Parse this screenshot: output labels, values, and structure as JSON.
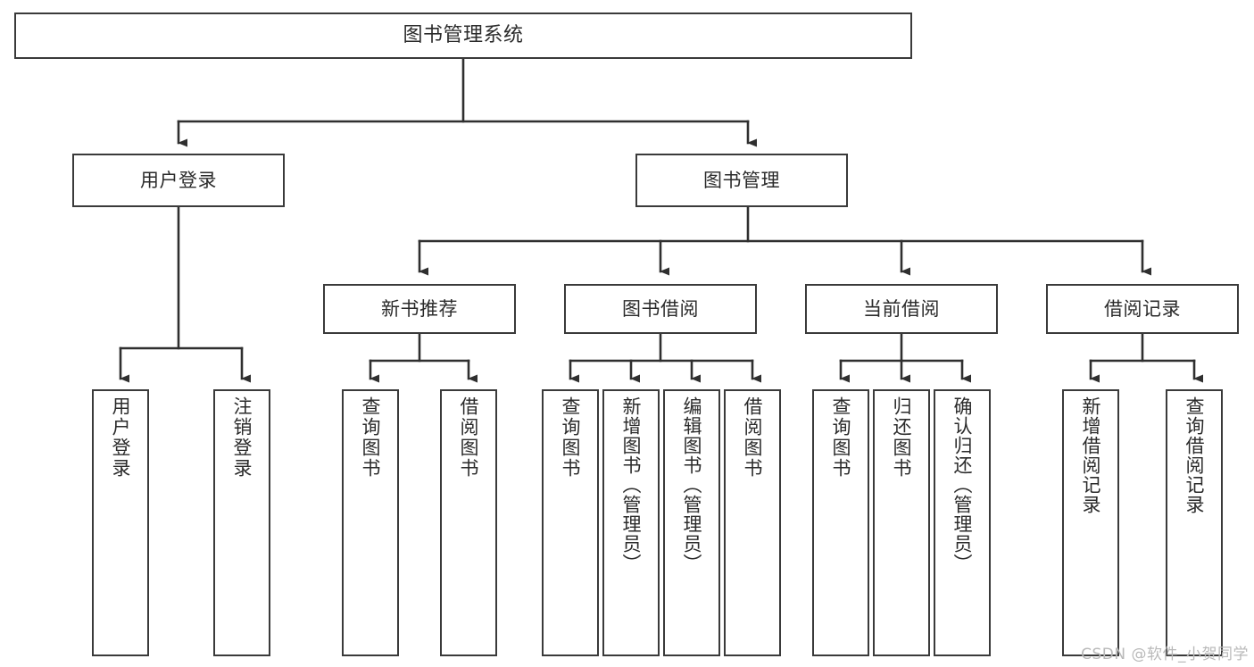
{
  "diagram": {
    "title": "图书管理系统",
    "type": "tree",
    "watermark": "CSDN @软件_小贺同学",
    "line_color": "#3a3a3a",
    "text_color": "#2b2b2b",
    "background": "#ffffff",
    "nodes": {
      "root": {
        "label": "图书管理系统"
      },
      "level1": [
        {
          "id": "user-login",
          "label": "用户登录"
        },
        {
          "id": "book-manage",
          "label": "图书管理"
        }
      ],
      "level2": [
        {
          "id": "new-book-recommend",
          "label": "新书推荐",
          "parent": "book-manage"
        },
        {
          "id": "book-borrow",
          "label": "图书借阅",
          "parent": "book-manage"
        },
        {
          "id": "current-borrow",
          "label": "当前借阅",
          "parent": "book-manage"
        },
        {
          "id": "borrow-record",
          "label": "借阅记录",
          "parent": "book-manage"
        }
      ],
      "leaves": {
        "user-login": [
          {
            "id": "leaf-user-login",
            "label": "用户登录"
          },
          {
            "id": "leaf-logout",
            "label": "注销登录"
          }
        ],
        "new-book-recommend": [
          {
            "id": "leaf-query-book-1",
            "label": "查询图书"
          },
          {
            "id": "leaf-borrow-book-1",
            "label": "借阅图书"
          }
        ],
        "book-borrow": [
          {
            "id": "leaf-query-book-2",
            "label": "查询图书"
          },
          {
            "id": "leaf-add-book",
            "label": "新增图书（管理员）"
          },
          {
            "id": "leaf-edit-book",
            "label": "编辑图书（管理员）"
          },
          {
            "id": "leaf-borrow-book-2",
            "label": "借阅图书"
          }
        ],
        "current-borrow": [
          {
            "id": "leaf-query-book-3",
            "label": "查询图书"
          },
          {
            "id": "leaf-return-book",
            "label": "归还图书"
          },
          {
            "id": "leaf-confirm-return",
            "label": "确认归还（管理员）"
          }
        ],
        "borrow-record": [
          {
            "id": "leaf-add-record",
            "label": "新增借阅记录"
          },
          {
            "id": "leaf-query-record",
            "label": "查询借阅记录"
          }
        ]
      }
    }
  }
}
